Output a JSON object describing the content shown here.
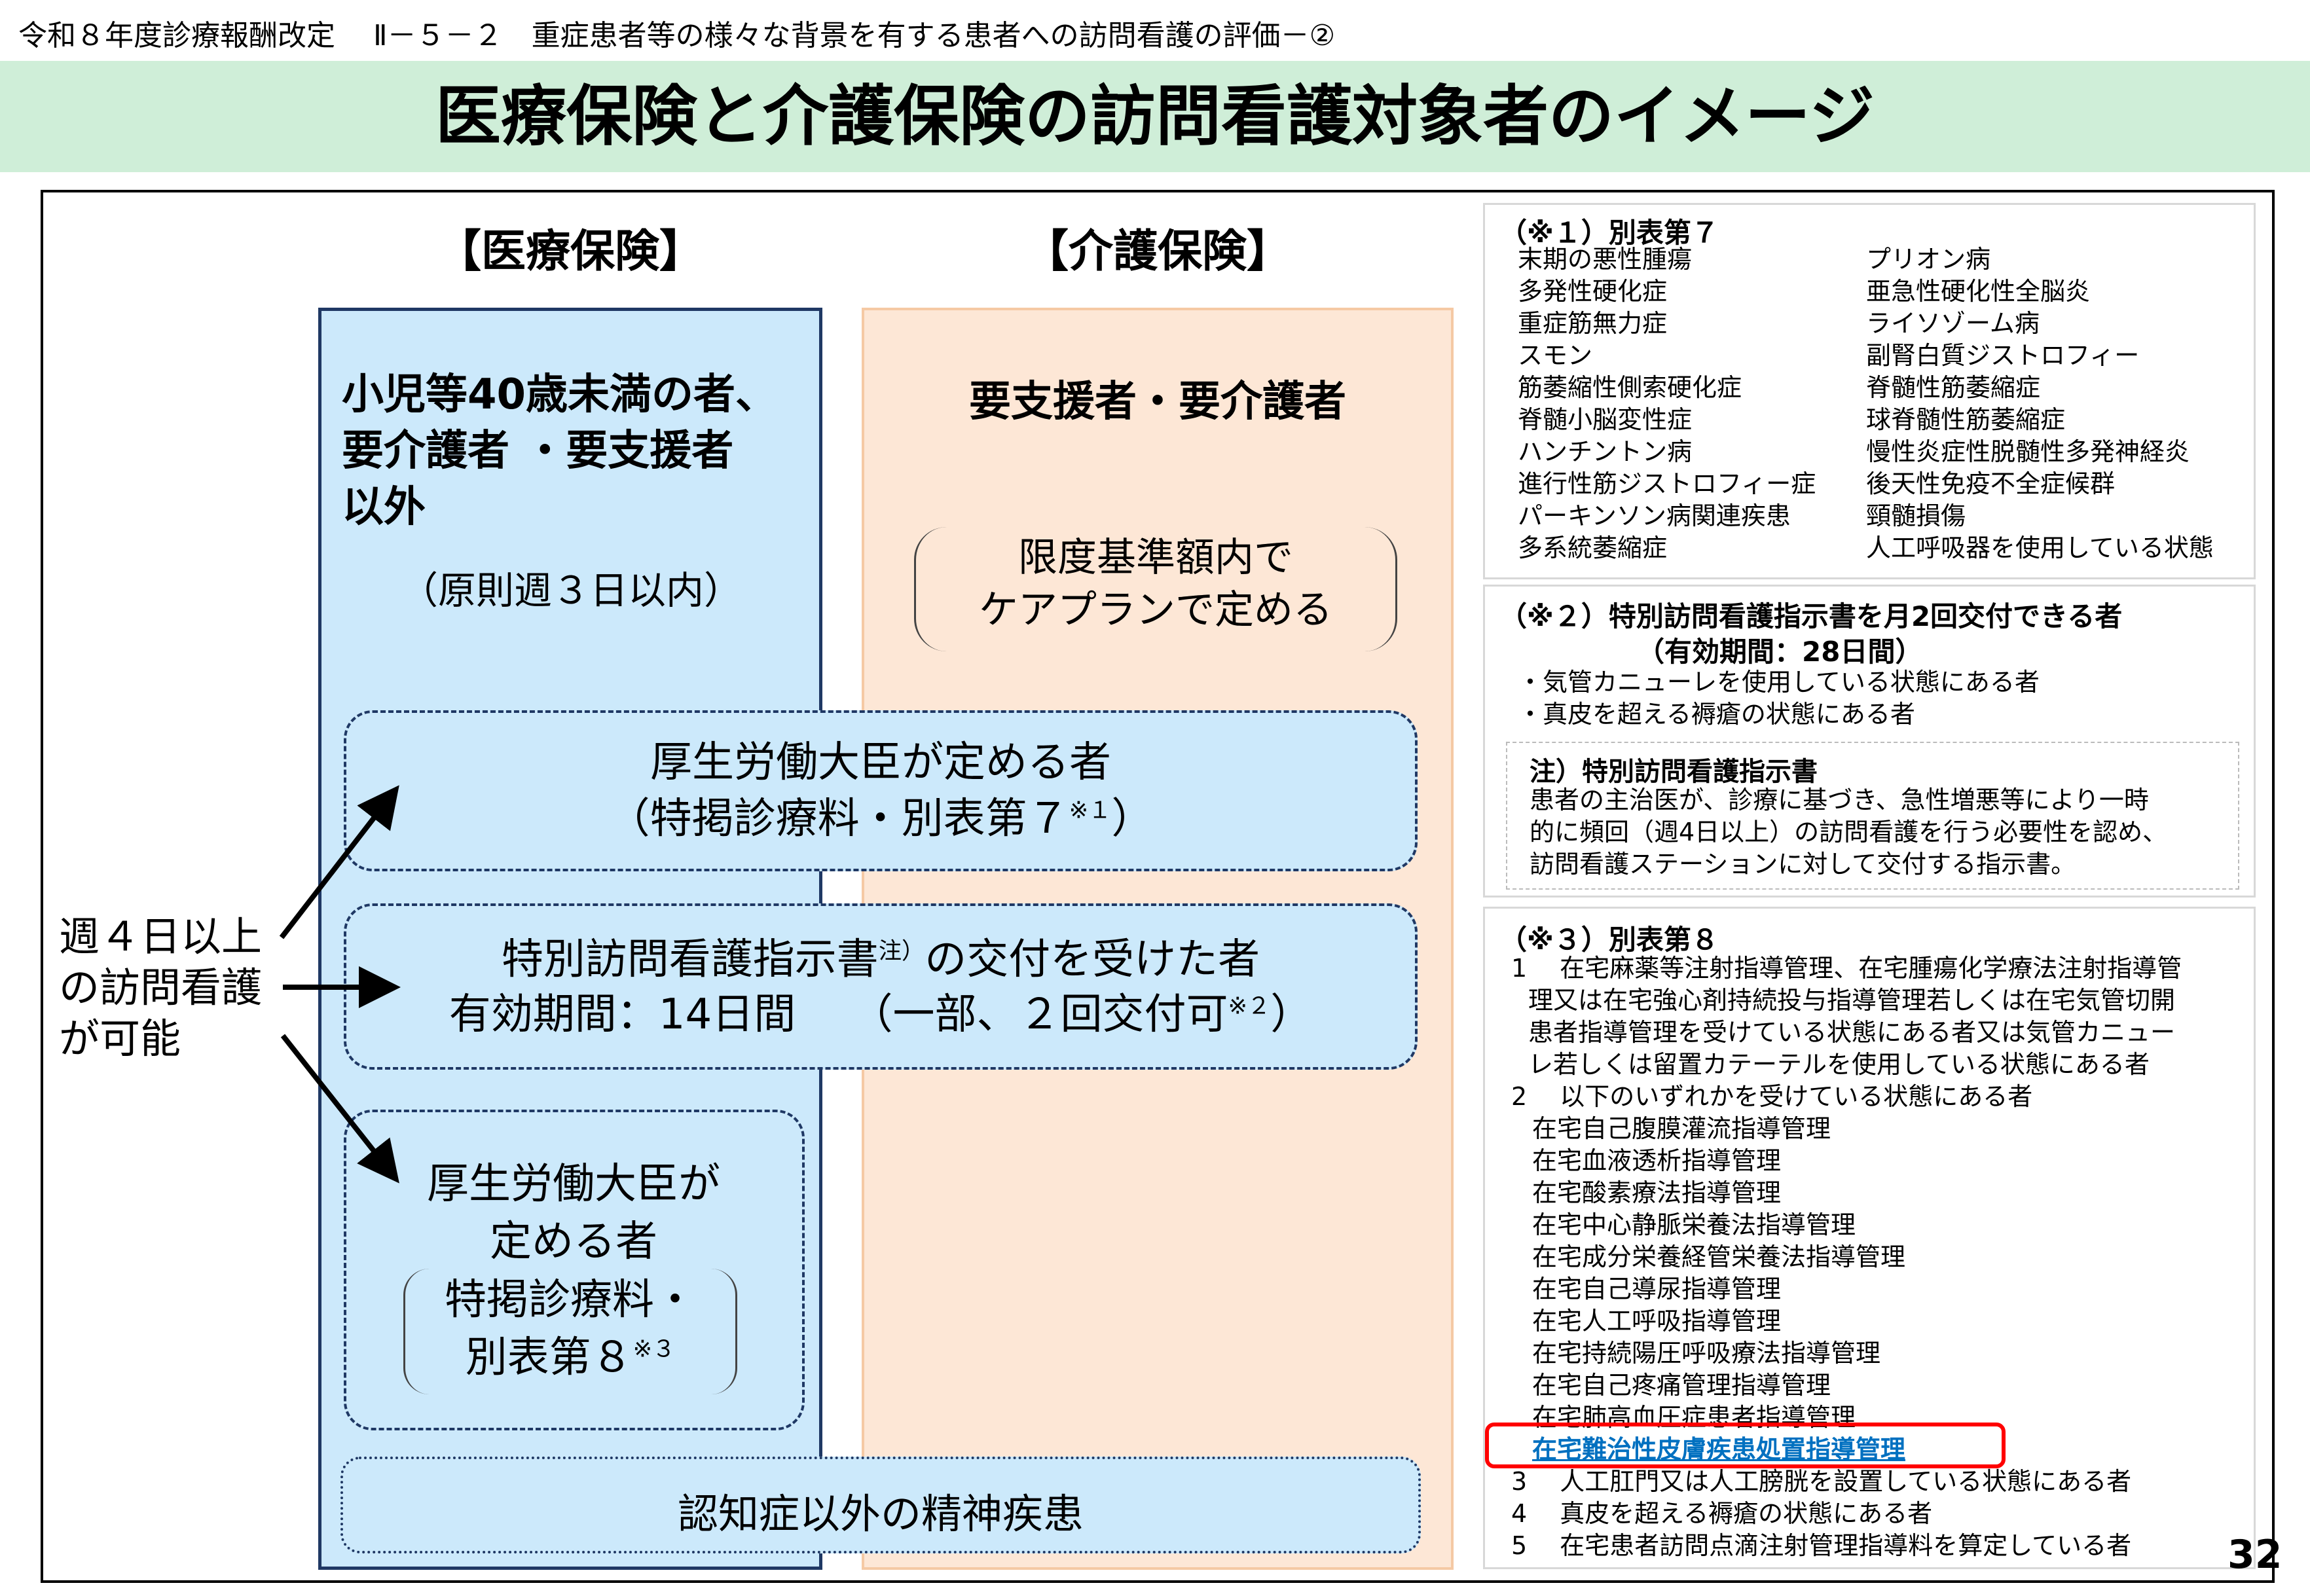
{
  "header": {
    "subtitle": "令和８年度診療報酬改定　 Ⅱ－５－２　重症患者等の様々な背景を有する患者への訪問看護の評価－②",
    "title": "医療保険と介護保険の訪問看護対象者のイメージ"
  },
  "columns": {
    "medical_head": "【医療保険】",
    "care_head": "【介護保険】",
    "medical_target_lines": [
      "小児等40歳未満の者、",
      "要介護者 ・要支援者",
      "以外"
    ],
    "medical_note": "（原則週３日以内）",
    "care_target": "要支援者・要介護者",
    "care_limit_lines": [
      "限度基準額内で",
      "ケアプランで定める"
    ]
  },
  "boxes": {
    "box1_line1": "厚生労働大臣が定める者",
    "box1_line2": "（特掲診療料・別表第７",
    "box1_sup": "※１",
    "box1_close": "）",
    "box2_line1": "特別訪問看護指示書",
    "box2_sup_note": "注）",
    "box2_line1_tail": "の交付を受けた者",
    "box2_line2": "有効期間：14日間　 （一部、２回交付可",
    "box2_sup": "※２",
    "box2_close": "）",
    "box3_lines": [
      "厚生労働大臣が",
      "定める者"
    ],
    "box3_sub_line1": "特掲診療料・",
    "box3_sub_line2": "別表第８",
    "box3_sup": "※３",
    "box4": "認知症以外の精神疾患"
  },
  "left_label_lines": [
    "週４日以上",
    "の訪問看護",
    "が可能"
  ],
  "note1": {
    "heading": "（※１）別表第７",
    "col1": [
      "末期の悪性腫瘍",
      "多発性硬化症",
      "重症筋無力症",
      "スモン",
      "筋萎縮性側索硬化症",
      "脊髄小脳変性症",
      "ハンチントン病",
      "進行性筋ジストロフィー症",
      "パーキンソン病関連疾患",
      "多系統萎縮症"
    ],
    "col2": [
      "プリオン病",
      "亜急性硬化性全脳炎",
      "ライソゾーム病",
      "副腎白質ジストロフィー",
      "脊髄性筋萎縮症",
      "球脊髄性筋萎縮症",
      "慢性炎症性脱髄性多発神経炎",
      "後天性免疫不全症候群",
      "頸髄損傷",
      "人工呼吸器を使用している状態"
    ]
  },
  "note2": {
    "heading_line1": "（※２）特別訪問看護指示書を月2回交付できる者",
    "heading_line2": "（有効期間：28日間）",
    "items": [
      "・気管カニューレを使用している状態にある者",
      "・真皮を超える褥瘡の状態にある者"
    ],
    "sub_heading": "注）特別訪問看護指示書",
    "sub_lines": [
      "患者の主治医が、診療に基づき、急性増悪等により一時",
      "的に頻回（週4日以上）の訪問看護を行う必要性を認め、",
      "訪問看護ステーションに対して交付する指示書。"
    ]
  },
  "note3": {
    "heading": "（※３）別表第８",
    "item1_lines": [
      "1　 在宅麻薬等注射指導管理、在宅腫瘍化学療法注射指導管",
      "理又は在宅強心剤持続投与指導管理若しくは在宅気管切開",
      "患者指導管理を受けている状態にある者又は気管カニュー",
      "レ若しくは留置カテーテルを使用している状態にある者"
    ],
    "item2": "2　 以下のいずれかを受けている状態にある者",
    "item2_list": [
      "在宅自己腹膜灌流指導管理",
      "在宅血液透析指導管理",
      "在宅酸素療法指導管理",
      "在宅中心静脈栄養法指導管理",
      "在宅成分栄養経管栄養法指導管理",
      "在宅自己導尿指導管理",
      "在宅人工呼吸指導管理",
      "在宅持続陽圧呼吸療法指導管理",
      "在宅自己疼痛管理指導管理",
      "在宅肺高血圧症患者指導管理"
    ],
    "highlighted": "在宅難治性皮膚疾患処置指導管理",
    "items_rest": [
      "3　 人工肛門又は人工膀胱を設置している状態にある者",
      "4　 真皮を超える褥瘡の状態にある者",
      "5　 在宅患者訪問点滴注射管理指導料を算定している者"
    ]
  },
  "page_number": "32",
  "colors": {
    "banner": "#cfeed8",
    "medical_fill": "#cce9fb",
    "medical_border": "#1f3864",
    "care_fill": "#fde7d6",
    "highlight_border": "#ff0000",
    "highlight_text": "#0070c0"
  }
}
